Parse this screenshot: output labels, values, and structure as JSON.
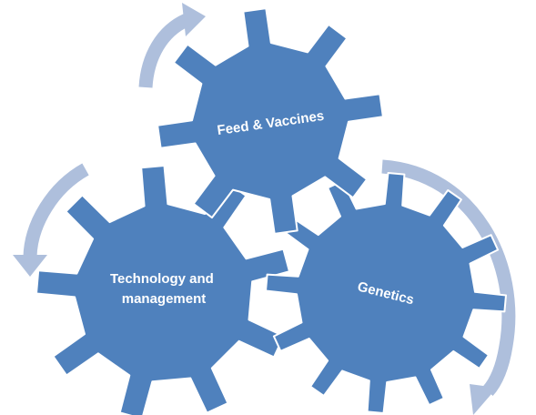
{
  "diagram": {
    "colors": {
      "gear_fill": "#4f81bd",
      "gear_stroke": "#ffffff",
      "arrow": "#aebfdc",
      "label": "#ffffff",
      "background": "#ffffff"
    },
    "gears": [
      {
        "id": "feed",
        "lines": [
          "Feed & Vaccines"
        ]
      },
      {
        "id": "technology",
        "lines": [
          "Technology and",
          "management"
        ]
      },
      {
        "id": "genetics",
        "lines": [
          "Genetics"
        ]
      }
    ],
    "arrows": [
      {
        "id": "top-left",
        "direction": "clockwise"
      },
      {
        "id": "left",
        "direction": "counter-clockwise"
      },
      {
        "id": "right",
        "direction": "clockwise"
      }
    ]
  }
}
